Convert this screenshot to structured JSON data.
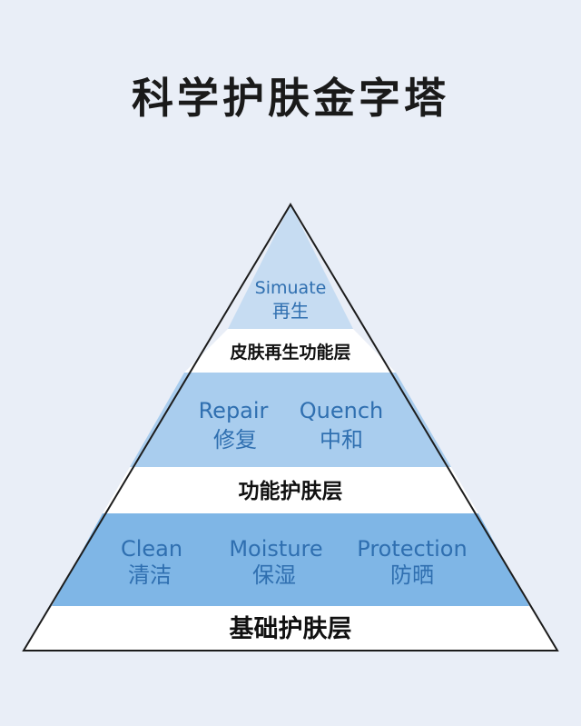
{
  "title": "科学护肤金字塔",
  "colors": {
    "background": "#e9eef7",
    "top_tier": "#c6dcf2",
    "middle_tier": "#a9cdee",
    "bottom_tier": "#7fb6e6",
    "band": "#ffffff",
    "text_blue": "#2f6fb0",
    "outline": "#1c1c1c"
  },
  "tiers": {
    "top": {
      "items": [
        {
          "en": "Simuate",
          "zh": "再生"
        }
      ],
      "band_label": "皮肤再生功能层"
    },
    "middle": {
      "items": [
        {
          "en": "Repair",
          "zh": "修复"
        },
        {
          "en": "Quench",
          "zh": "中和"
        }
      ],
      "band_label": "功能护肤层"
    },
    "bottom": {
      "items": [
        {
          "en": "Clean",
          "zh": "清洁"
        },
        {
          "en": "Moisture",
          "zh": "保湿"
        },
        {
          "en": "Protection",
          "zh": "防晒"
        }
      ],
      "band_label": "基础护肤层"
    }
  }
}
